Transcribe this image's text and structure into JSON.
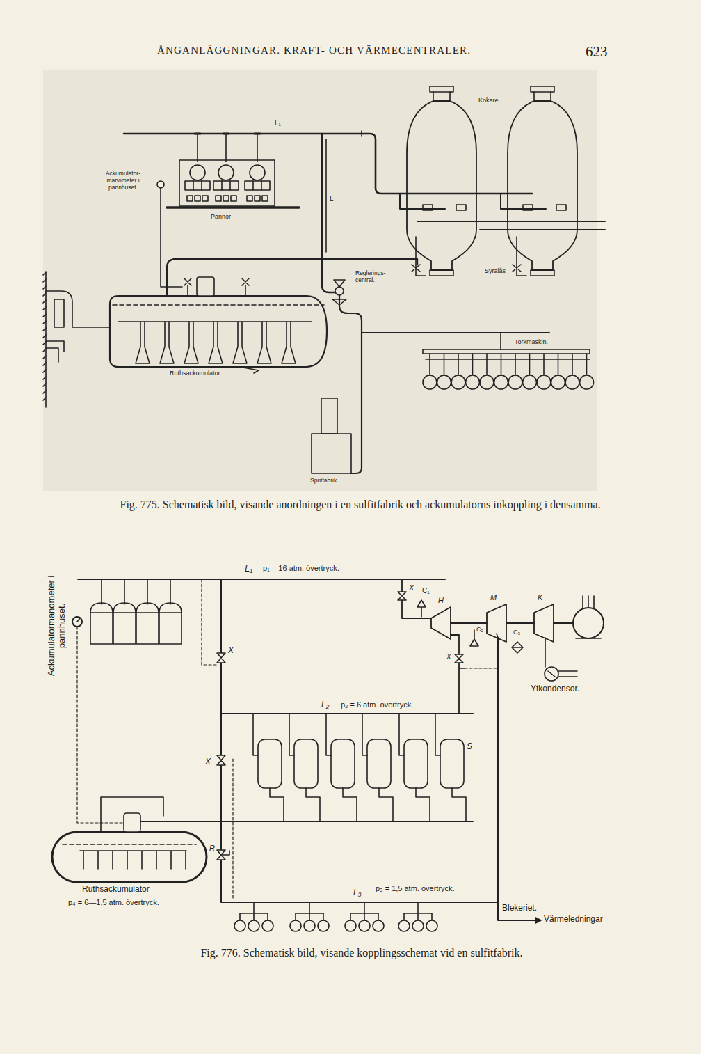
{
  "diagram": {
    "title": "ÅNGANLÄGGNINGAR. KRAFT- OCH VÄRMECENTRALER.",
    "caption": "Fig. 775. Schematisk bild, visande anordningen i en sulfitfabrik och ackumulatorns inkoppling i densamma.",
    "labels": [
      "623",
      "Kokare.",
      "L₁",
      "Ackumulator- manometer i pannhuset.",
      "Pannor",
      "L",
      "Reglerings- central.",
      "Syralås",
      "Torkmaskin.",
      "Ruthsackumulator",
      "Spritfabrik.",
      "L₁",
      "p₁ = 16 atm. övertryck.",
      "Ackumulatormanometer i pannhuset.",
      "X",
      "C₁",
      "H",
      "M",
      "K",
      "C₂",
      "X",
      "C₃",
      "Ytkondensor.",
      "X",
      "L₂",
      "p₂ = 6 atm. övertryck.",
      "S",
      "X",
      "R",
      "Ruthsackumulator",
      "p₄ = 6—1,5 atm. övertryck.",
      "L₃",
      "p₃ = 1,5 atm. övertryck.",
      "Blekeriet.",
      "Värmeledningar",
      "Fig. 776. Schematisk bild, visande kopplingsschemat vid en sulfitfabrik."
    ]
  }
}
